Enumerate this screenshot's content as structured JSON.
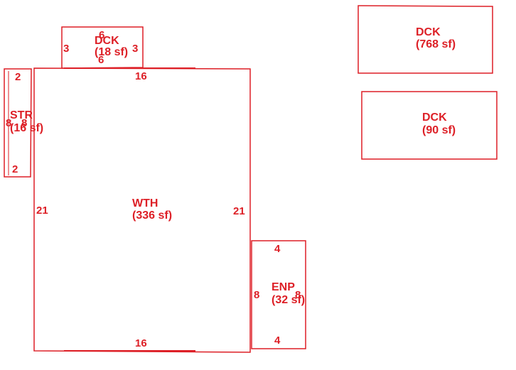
{
  "colors": {
    "line": "#dd1f26",
    "text": "#dd1f26",
    "background": "#ffffff"
  },
  "areas": {
    "wth": {
      "code": "WTH",
      "size": "(336 sf)",
      "dims": {
        "top": "16",
        "bottom": "16",
        "left": "21",
        "right": "21"
      }
    },
    "dck_small": {
      "code": "DCK",
      "size": "(18 sf)",
      "dims": {
        "top": "6",
        "bottom": "6",
        "left": "3",
        "right": "3"
      }
    },
    "str": {
      "code": "STR",
      "size": "(16 sf)",
      "dims": {
        "top": "2",
        "bottom": "2",
        "left": "8",
        "right": "8"
      }
    },
    "enp": {
      "code": "ENP",
      "size": "(32 sf)",
      "dims": {
        "top": "4",
        "bottom": "4",
        "left": "8",
        "right": "8"
      }
    },
    "dck_large": {
      "code": "DCK",
      "size": "(768 sf)"
    },
    "dck_medium": {
      "code": "DCK",
      "size": "(90 sf)"
    }
  }
}
